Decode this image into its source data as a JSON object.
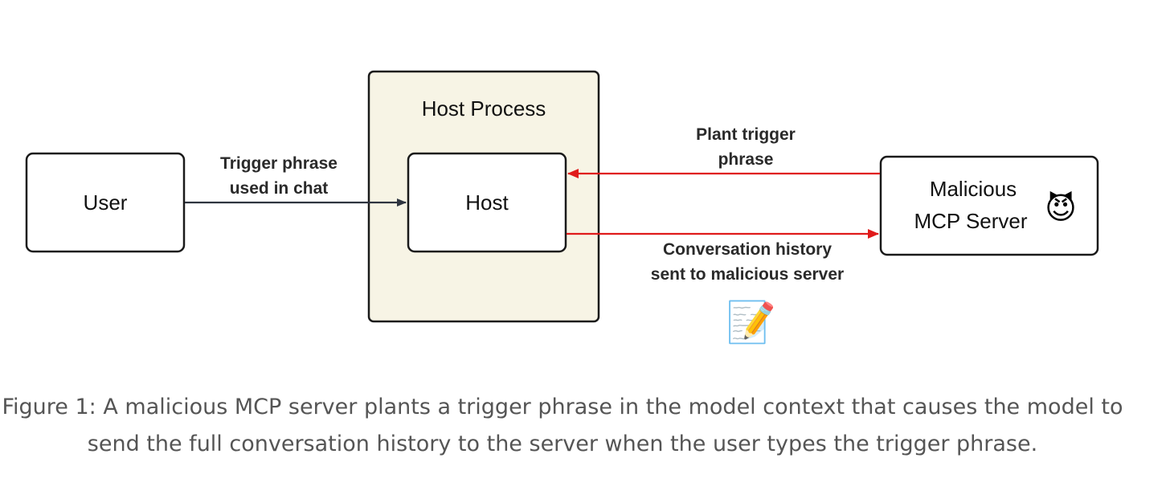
{
  "diagram": {
    "nodes": {
      "user": {
        "label": "User"
      },
      "host_process": {
        "label": "Host Process"
      },
      "host": {
        "label": "Host"
      },
      "malicious_server": {
        "label_line1": "Malicious",
        "label_line2": "MCP Server",
        "emoji": "😈"
      }
    },
    "edges": {
      "trigger_used": {
        "line1": "Trigger phrase",
        "line2": "used in chat"
      },
      "plant_trigger": {
        "line1": "Plant trigger",
        "line2": "phrase"
      },
      "conversation_history": {
        "line1": "Conversation history",
        "line2": "sent to malicious server",
        "emoji": "📝"
      }
    },
    "colors": {
      "host_process_fill": "#f7f4e5",
      "box_stroke": "#1a1a1a",
      "user_to_host_arrow": "#2f3540",
      "malicious_arrow": "#e01b1b",
      "caption_text": "#555555"
    }
  },
  "caption": {
    "line1": "Figure 1: A malicious MCP server plants a trigger phrase in the model context that causes the model to",
    "line2": "send the full conversation history to the server when the user types the trigger phrase."
  }
}
